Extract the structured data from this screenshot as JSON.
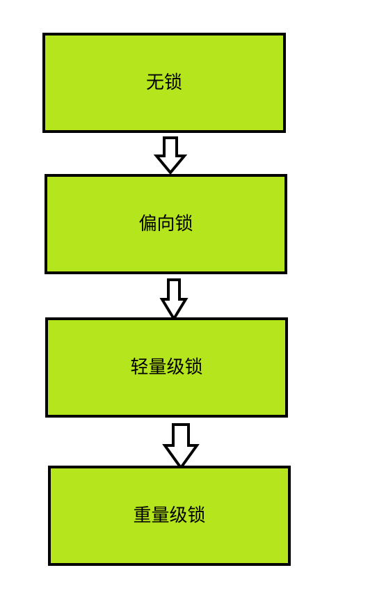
{
  "diagram": {
    "nodes": [
      {
        "label": "无锁"
      },
      {
        "label": "偏向锁"
      },
      {
        "label": "轻量级锁"
      },
      {
        "label": "重量级锁"
      }
    ],
    "edges": [
      {
        "from": 0,
        "to": 1,
        "style": "hollow-down-arrow"
      },
      {
        "from": 1,
        "to": 2,
        "style": "hollow-down-arrow"
      },
      {
        "from": 2,
        "to": 3,
        "style": "hollow-down-arrow"
      }
    ],
    "colors": {
      "box_fill": "#b5e61d",
      "box_border": "#000000",
      "arrow_fill": "#ffffff",
      "arrow_stroke": "#000000",
      "background": "#ffffff"
    }
  }
}
